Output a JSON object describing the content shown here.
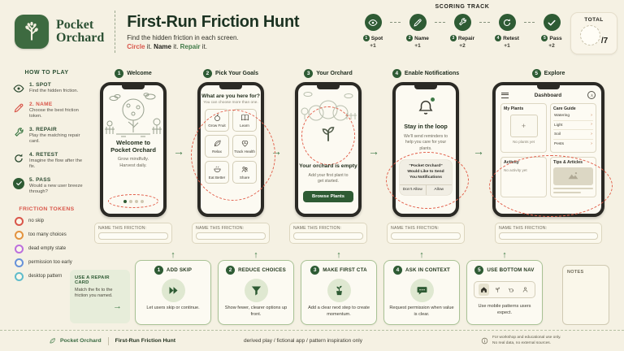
{
  "brand": {
    "line1": "Pocket",
    "line2": "Orchard"
  },
  "header": {
    "title": "First-Run Friction Hunt",
    "subtitle": "Find the hidden friction in each screen.",
    "tagline": {
      "circle": "Circle",
      "sep1": " it. ",
      "name": "Name",
      "sep2": " it. ",
      "repair": "Repair",
      "sep3": " it."
    }
  },
  "scoring": {
    "title": "SCORING TRACK",
    "steps": [
      {
        "num": "1",
        "label": "Spot",
        "points": "+1",
        "icon": "eye-icon"
      },
      {
        "num": "2",
        "label": "Name",
        "points": "+1",
        "icon": "pencil-icon"
      },
      {
        "num": "3",
        "label": "Repair",
        "points": "+2",
        "icon": "wrench-icon"
      },
      {
        "num": "4",
        "label": "Retest",
        "points": "+1",
        "icon": "refresh-icon"
      },
      {
        "num": "5",
        "label": "Pass",
        "points": "+2",
        "icon": "check-icon"
      }
    ],
    "total": {
      "label": "TOTAL",
      "value": "/7"
    }
  },
  "how_to_play": {
    "title": "HOW TO PLAY",
    "steps": [
      {
        "title": "1. SPOT",
        "desc": "Find the hidden friction.",
        "color": "#2c4a30"
      },
      {
        "title": "2. NAME",
        "desc": "Choose the best friction token.",
        "color": "#d9564a"
      },
      {
        "title": "3. REPAIR",
        "desc": "Play the matching repair card.",
        "color": "#2c4a30"
      },
      {
        "title": "4. RETEST",
        "desc": "Imagine the flow after the fix.",
        "color": "#2c4a30"
      },
      {
        "title": "5. PASS",
        "desc": "Would a new user breeze through?",
        "color": "#2c4a30"
      }
    ]
  },
  "friction_tokens": {
    "title": "FRICTION TOKENS",
    "tokens": [
      {
        "label": "no skip",
        "color": "#d9564a"
      },
      {
        "label": "too many choices",
        "color": "#e3933f"
      },
      {
        "label": "dead empty state",
        "color": "#bc6fdd"
      },
      {
        "label": "permission too early",
        "color": "#6792d9"
      },
      {
        "label": "desktop pattern",
        "color": "#5fbccb"
      }
    ]
  },
  "name_friction_label": "NAME THIS FRICTION:",
  "screens": [
    {
      "num": "1",
      "label": "Welcome",
      "title": "Welcome to Pocket Orchard",
      "subtitle": "Grow mindfully. Harvest daily."
    },
    {
      "num": "2",
      "label": "Pick Your Goals",
      "title": "What are you here for?",
      "subtitle": "You can choose more than one.",
      "tiles": [
        {
          "label": "Grow Fruit"
        },
        {
          "label": "Learn"
        },
        {
          "label": "Relax"
        },
        {
          "label": "Track Health"
        },
        {
          "label": "Eat Better"
        },
        {
          "label": "Share"
        }
      ]
    },
    {
      "num": "3",
      "label": "Your Orchard",
      "title": "Your orchard is empty",
      "subtitle": "Add your first plant to get started.",
      "button": "Browse Plants"
    },
    {
      "num": "4",
      "label": "Enable Notifications",
      "title": "Stay in the loop",
      "subtitle": "We'll send reminders to help you care for your plants.",
      "dialog": {
        "message": "“Pocket Orchard” Would Like to Send You Notifications",
        "deny": "Don't Allow",
        "allow": "Allow"
      }
    },
    {
      "num": "5",
      "label": "Explore",
      "nav_title": "Dashboard",
      "my_plants": {
        "title": "My Plants",
        "empty": "No plants yet"
      },
      "care_guide": {
        "title": "Care Guide",
        "items": [
          "Watering",
          "Light",
          "Soil",
          "Pests"
        ]
      },
      "activity": {
        "title": "Activity",
        "empty": "No activity yet"
      },
      "tips": {
        "title": "Tips & Articles"
      }
    }
  ],
  "repair_intro": {
    "title": "USE A REPAIR CARD",
    "desc": "Match the fix to the friction you named."
  },
  "repair_cards": [
    {
      "num": "1",
      "title": "ADD SKIP",
      "desc": "Let users skip or continue.",
      "icon": "fast-forward-icon"
    },
    {
      "num": "2",
      "title": "REDUCE CHOICES",
      "desc": "Show fewer, clearer options up front.",
      "icon": "funnel-icon"
    },
    {
      "num": "3",
      "title": "MAKE FIRST CTA",
      "desc": "Add a clear next step to create momentum.",
      "icon": "potted-plant-icon"
    },
    {
      "num": "4",
      "title": "ASK IN CONTEXT",
      "desc": "Request permission when value is clear.",
      "icon": "chat-bubble-icon"
    },
    {
      "num": "5",
      "title": "USE BOTTOM NAV",
      "desc": "Use mobile patterns users expect.",
      "icon": "bottom-nav-icon"
    }
  ],
  "notes_label": "NOTES",
  "footer": {
    "brand": "Pocket Orchard",
    "doc_title": "First-Run Friction Hunt",
    "license": "derived play / fictional app / pattern inspiration only",
    "disclaimer1": "For workshop and educational use only.",
    "disclaimer2": "No real data, no external sources."
  },
  "icons": {
    "arrow_right": "→",
    "arrow_up": "↑",
    "plus": "+",
    "chevron_right": "›"
  },
  "colors": {
    "accent_green": "#2e5b34",
    "accent_red": "#d9564a",
    "background": "#f5f1e3"
  }
}
